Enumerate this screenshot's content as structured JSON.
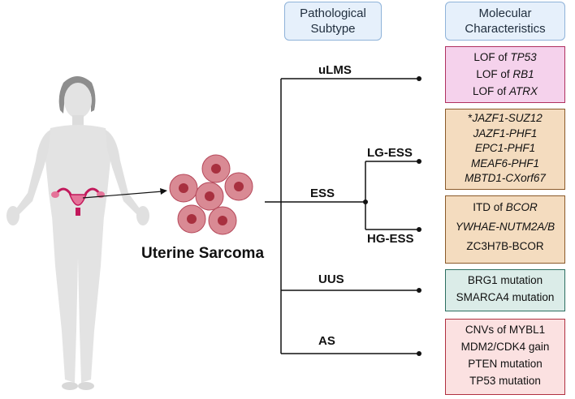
{
  "headers": {
    "pathological": [
      "Pathological",
      "Subtype"
    ],
    "molecular": [
      "Molecular",
      "Characteristics"
    ]
  },
  "center_title": "Uterine Sarcoma",
  "subtypes": {
    "ulms": "uLMS",
    "ess": "ESS",
    "lg_ess": "LG-ESS",
    "hg_ess": "HG-ESS",
    "uus": "UUS",
    "as": "AS"
  },
  "molecular": {
    "ulms": [
      {
        "prefix": "LOF of ",
        "italic": "TP53"
      },
      {
        "prefix": "LOF of ",
        "italic": "RB1"
      },
      {
        "prefix": "LOF of ",
        "italic": "ATRX"
      }
    ],
    "lg_ess": [
      {
        "prefix": "*",
        "italic": "JAZF1-SUZ12"
      },
      {
        "prefix": "",
        "italic": "JAZF1-PHF1"
      },
      {
        "prefix": "",
        "italic": "EPC1-PHF1"
      },
      {
        "prefix": "",
        "italic": "MEAF6-PHF1"
      },
      {
        "prefix": "",
        "italic": "MBTD1-CXorf67"
      }
    ],
    "hg_ess": [
      {
        "prefix": "ITD of ",
        "italic": "BCOR"
      },
      {
        "prefix": "",
        "italic": "YWHAE-NUTM2A/B"
      },
      {
        "prefix": "ZC3H7B-BCOR",
        "italic": ""
      }
    ],
    "uus": [
      "BRG1 mutation",
      "SMARCA4 mutation"
    ],
    "as": [
      "CNVs of MYBL1",
      "MDM2/CDK4 gain",
      "PTEN mutation",
      "TP53 mutation"
    ]
  },
  "colors": {
    "line": "#111111",
    "ulms_box": "#f5d2ec",
    "ess_box": "#f4dcbf",
    "uus_box": "#dbece8",
    "as_box": "#fbe1e1",
    "header_box": "#e6f0fb"
  }
}
